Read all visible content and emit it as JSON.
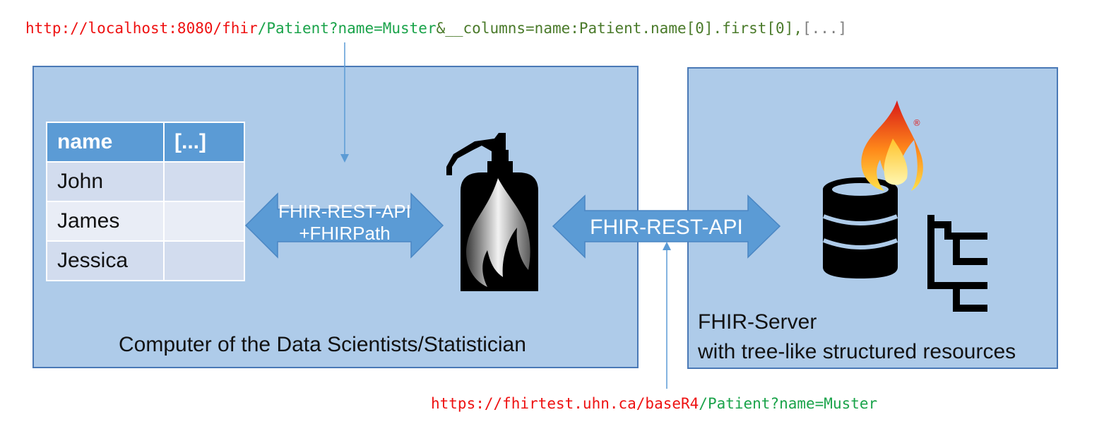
{
  "top_url": {
    "base": "http://localhost:8080/fhir",
    "query": "/Patient?name=Muster",
    "params": "&__columns=name:Patient.name[0].first[0],",
    "ellipsis": "[...]"
  },
  "bottom_url": {
    "base": "https://fhirtest.uhn.ca/baseR4",
    "query": "/Patient?name=Muster"
  },
  "left_box": {
    "caption": "Computer of the Data Scientists/Statistician"
  },
  "right_box": {
    "caption_line1": "FHIR-Server",
    "caption_line2": "with tree-like structured resources"
  },
  "table": {
    "headers": [
      "name",
      "[...]"
    ],
    "rows": [
      [
        "John",
        ""
      ],
      [
        "James",
        ""
      ],
      [
        "Jessica",
        ""
      ]
    ]
  },
  "arrow_left": {
    "line1": "FHIR-REST-API",
    "line2": "+FHIRPath"
  },
  "arrow_right": {
    "label": "FHIR-REST-API"
  },
  "icons": {
    "client": "fire-extinguisher-icon",
    "server": "database-with-flame-icon",
    "tree": "tree-structure-icon",
    "registered": "®"
  },
  "colors": {
    "box_fill": "#aecbe9",
    "box_border": "#4a79b6",
    "arrow_fill": "#5b9bd5",
    "url_red": "#ee1111",
    "url_green": "#1aa34a",
    "url_olive": "#4a7a2a",
    "url_gray": "#7f7f7f"
  }
}
